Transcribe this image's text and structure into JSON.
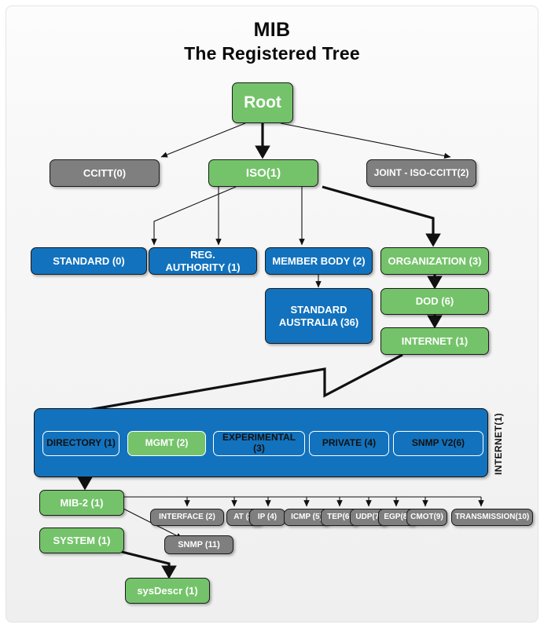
{
  "title": {
    "line1": "MIB",
    "line2": "The Registered Tree"
  },
  "colors": {
    "green": "#74c36a",
    "blue": "#1272bd",
    "gray": "#7f7f7f",
    "orange": "#fbb414",
    "page_background": "#f2f2f2",
    "edge": "#111111"
  },
  "nodes": {
    "root": "Root",
    "ccitt": "CCITT(0)",
    "iso": "ISO(1)",
    "joint": "JOINT - ISO-CCITT(2)",
    "standard": "STANDARD (0)",
    "reg_authority": "REG.\nAUTHORITY (1)",
    "reg_authority_l1": "REG.",
    "reg_authority_l2": "AUTHORITY (1)",
    "member_body": "MEMBER BODY (2)",
    "organization": "ORGANIZATION (3)",
    "standard_australia_l1": "STANDARD",
    "standard_australia_l2": "AUSTRALIA (36)",
    "dod": "DOD (6)",
    "internet": "INTERNET (1)",
    "internet_band_label": "INTERNET(1)",
    "mib2": "MIB-2 (1)",
    "system": "SYSTEM (1)",
    "sysdescr": "sysDescr (1)",
    "snmp11": "SNMP (11)"
  },
  "internet_children": [
    {
      "label": "DIRECTORY (1)",
      "color": "orange"
    },
    {
      "label": "MGMT (2)",
      "color": "green"
    },
    {
      "label": "EXPERIMENTAL (3)",
      "color": "orange"
    },
    {
      "label": "PRIVATE (4)",
      "color": "orange"
    },
    {
      "label": "SNMP V2(6)",
      "color": "orange"
    }
  ],
  "mib2_children": [
    {
      "label": "INTERFACE (2)"
    },
    {
      "label": "AT (3)"
    },
    {
      "label": "IP (4)"
    },
    {
      "label": "ICMP (5)"
    },
    {
      "label": "TEP(6)"
    },
    {
      "label": "UDP(7)"
    },
    {
      "label": "EGP(8)"
    },
    {
      "label": "CMOT(9)"
    },
    {
      "label": "TRANSMISSION(10)"
    }
  ]
}
